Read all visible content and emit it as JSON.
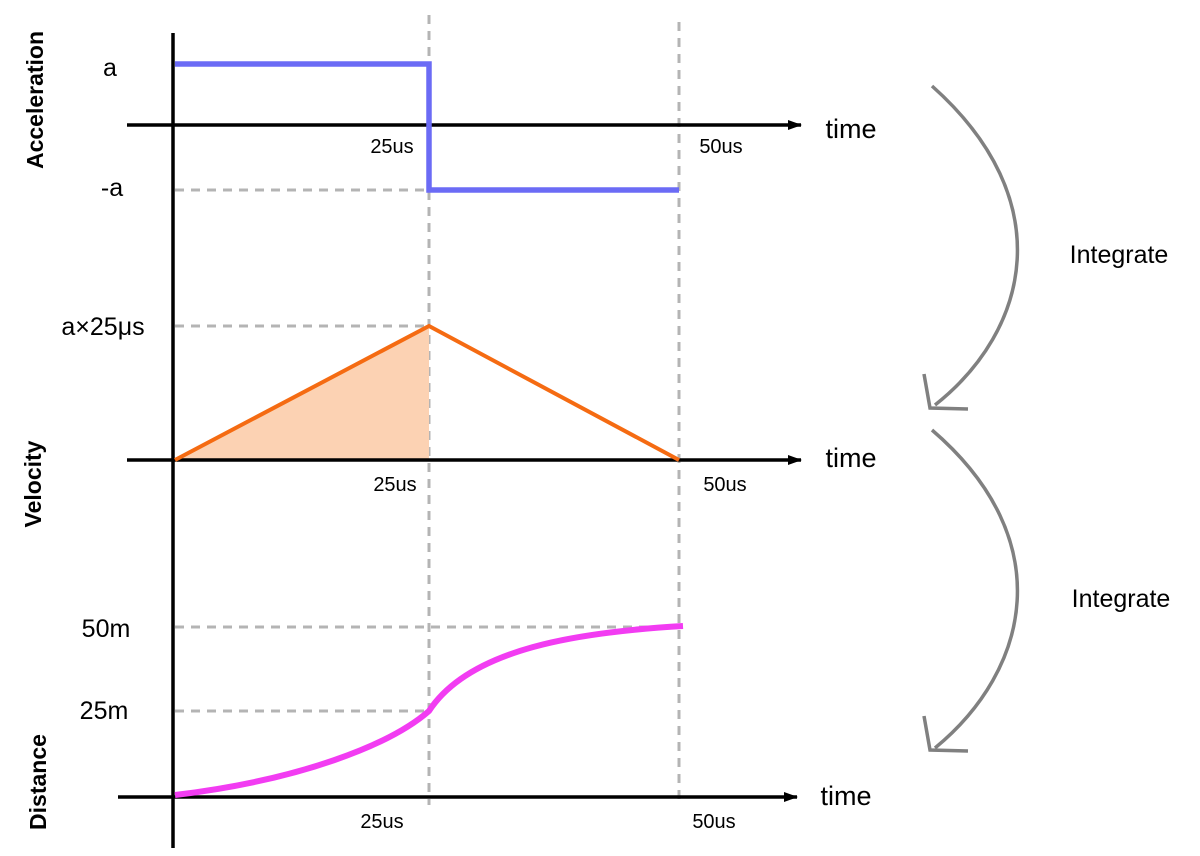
{
  "colors": {
    "acceleration": "#6b6bf5",
    "velocity": "#f56b12",
    "velocity_fill": "#fcd2b3",
    "distance": "#f23cf2",
    "guides": "#b4b4b4",
    "arrows": "#808080",
    "axes": "#000000"
  },
  "axis_title": "time",
  "acceleration": {
    "title": "Acceleration",
    "value_labels": [
      "a",
      "-a"
    ],
    "ticks": [
      "25us",
      "50us"
    ]
  },
  "velocity": {
    "title": "Velocity",
    "value_labels": [
      "a×25μs"
    ],
    "ticks": [
      "25us",
      "50us"
    ]
  },
  "distance": {
    "title": "Distance",
    "value_labels": [
      "50m",
      "25m"
    ],
    "ticks": [
      "25us",
      "50us"
    ]
  },
  "transforms": [
    "Integrate",
    "Integrate"
  ]
}
